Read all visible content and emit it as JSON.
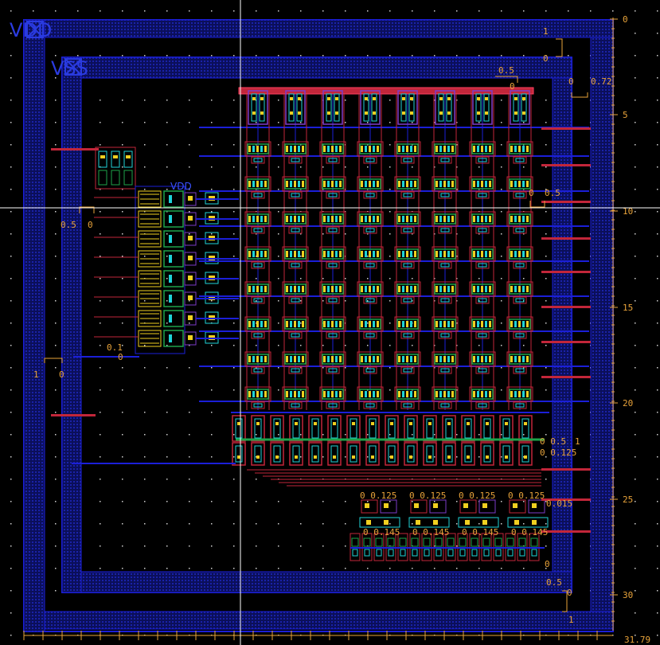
{
  "colors": {
    "background": "#000000",
    "metal1": "#1b1fd8",
    "metal_fill": "#0d1070",
    "poly": "#c2263a",
    "diffusion": "#1ea34a",
    "contact": "#f0d020",
    "nwell": "#7d3cc9",
    "cyan": "#1fd3d8",
    "ruler": "#e8a33a",
    "crosshair": "#ffffff"
  },
  "net_labels": {
    "vdd": "VDD",
    "vss": "VSS",
    "vdd_inner": "VDD"
  },
  "ruler": {
    "ticks": [
      "0",
      "5",
      "10",
      "15",
      "20",
      "25",
      "30"
    ],
    "end_label": "31.79"
  },
  "dimensions": [
    {
      "id": "d1",
      "a": "1",
      "b": "0"
    },
    {
      "id": "d2",
      "a": "0.5",
      "b": "0"
    },
    {
      "id": "d3",
      "a": "0",
      "b": "0.72"
    },
    {
      "id": "d4",
      "a": "0",
      "b": "0.5"
    },
    {
      "id": "d5",
      "a": "0.5",
      "b": "0"
    },
    {
      "id": "d6",
      "a": "0.1",
      "b": "0"
    },
    {
      "id": "d7",
      "a": "1",
      "b": "0"
    },
    {
      "id": "d8",
      "a": "0 0.5",
      "b": "1"
    },
    {
      "id": "d9",
      "a": "0 0.125",
      "b": ""
    },
    {
      "id": "d10",
      "a": "0 0.125",
      "b": ""
    },
    {
      "id": "d11",
      "a": "0 0.125",
      "b": ""
    },
    {
      "id": "d12",
      "a": "0 0.125",
      "b": ""
    },
    {
      "id": "d13",
      "a": "0 0.125",
      "b": ""
    },
    {
      "id": "d14",
      "a": "0.015",
      "b": ""
    },
    {
      "id": "d15",
      "a": "0 0.145",
      "b": ""
    },
    {
      "id": "d16",
      "a": "0 0.145",
      "b": ""
    },
    {
      "id": "d17",
      "a": "0 0.145",
      "b": ""
    },
    {
      "id": "d18",
      "a": "0 0.145",
      "b": ""
    },
    {
      "id": "d19",
      "a": "0",
      "b": ""
    },
    {
      "id": "d20",
      "a": "0.5",
      "b": ""
    },
    {
      "id": "d21",
      "a": "0",
      "b": ""
    },
    {
      "id": "d22",
      "a": "1",
      "b": ""
    }
  ]
}
